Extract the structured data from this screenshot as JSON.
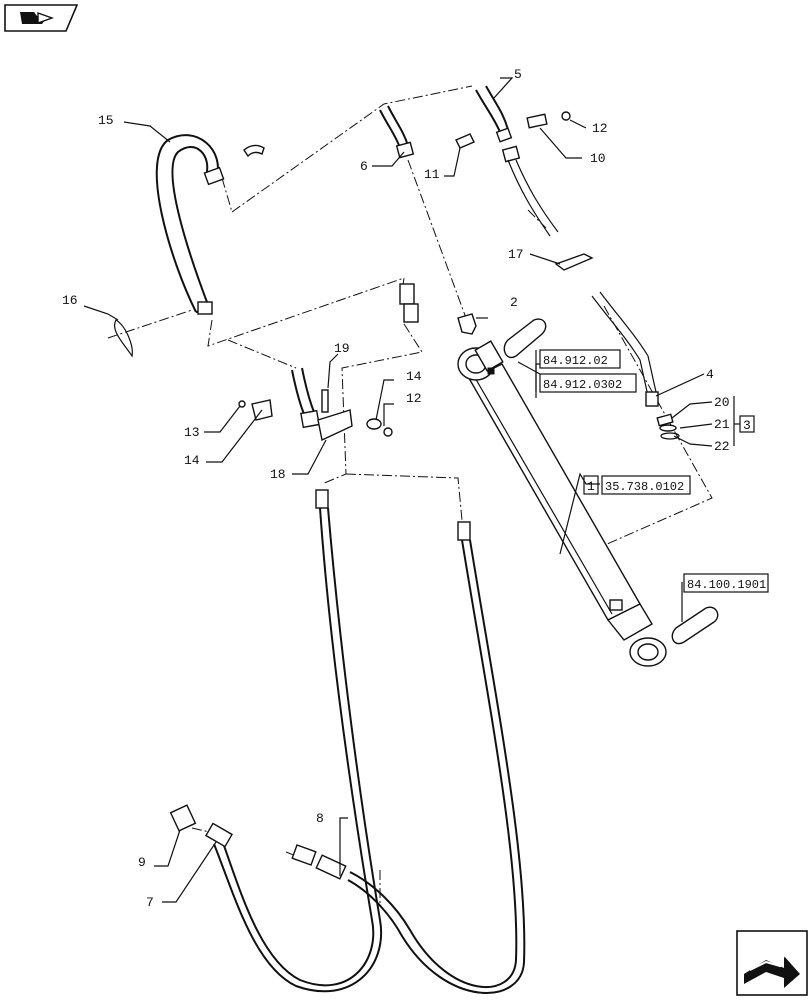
{
  "callouts": {
    "c1": "1",
    "c2": "2",
    "c3": "3",
    "c4": "4",
    "c5": "5",
    "c6": "6",
    "c7": "7",
    "c8": "8",
    "c9": "9",
    "c10": "10",
    "c11": "11",
    "c12a": "12",
    "c12b": "12",
    "c13": "13",
    "c14a": "14",
    "c14b": "14",
    "c15": "15",
    "c16": "16",
    "c17": "17",
    "c18": "18",
    "c19": "19",
    "c20": "20",
    "c21": "21",
    "c22": "22"
  },
  "references": {
    "ref_84_912_02": "84.912.02",
    "ref_84_912_0302": "84.912.0302",
    "ref_35_738_0102": "35.738.0102",
    "ref_84_100_1901": "84.100.1901"
  },
  "icons": {
    "top_left": "previous-page-icon",
    "bottom_right": "next-page-icon"
  }
}
